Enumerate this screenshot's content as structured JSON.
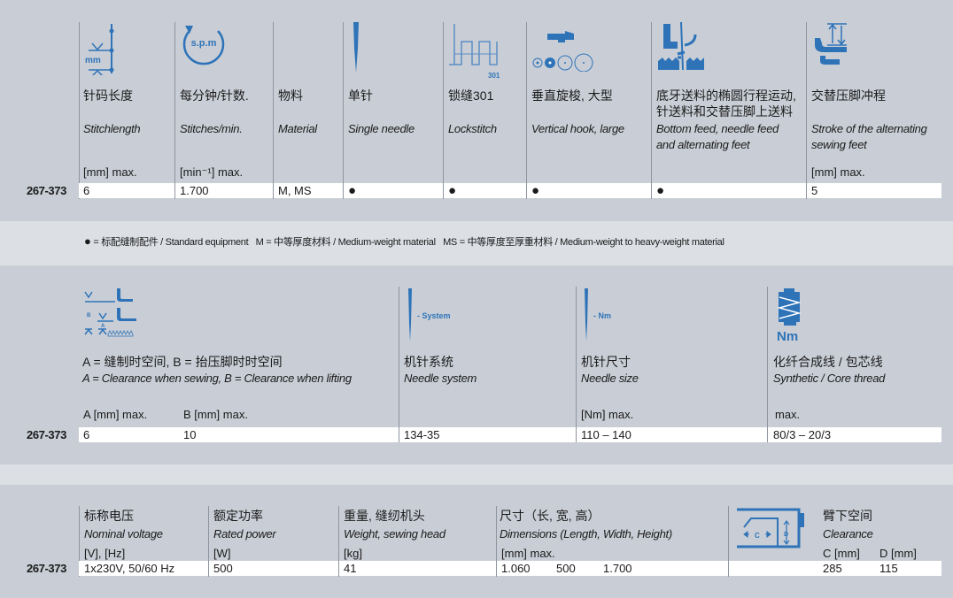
{
  "model": "267-373",
  "section1": {
    "columns": [
      {
        "zh": "针码长度",
        "en": "Stitchlength",
        "unit": "[mm] max.",
        "value": "6",
        "icon": "stitch-length-icon",
        "icon_text": "mm"
      },
      {
        "zh": "每分钟/针数.",
        "en": "Stitches/min.",
        "unit": "[min⁻¹] max.",
        "value": "1.700",
        "icon": "spm-icon",
        "icon_text": "s.p.m"
      },
      {
        "zh": "物料",
        "en": "Material",
        "unit": "",
        "value": "M, MS"
      },
      {
        "zh": "单针",
        "en": "Single needle",
        "unit": "",
        "value": "●",
        "icon": "needle-icon"
      },
      {
        "zh": "锁缝301",
        "en": "Lockstitch",
        "unit": "",
        "value": "●",
        "icon": "lockstitch-icon",
        "icon_text": "301"
      },
      {
        "zh": "垂直旋梭, 大型",
        "en": "Vertical hook, large",
        "unit": "",
        "value": "●",
        "icon": "vertical-hook-icon"
      },
      {
        "zh": "底牙送料的椭圆行程运动,",
        "zh2": "针送料和交替压脚上送料",
        "en": "Bottom feed, needle feed",
        "en2": "and alternating feet",
        "unit": "",
        "value": "●",
        "icon": "feed-icon"
      },
      {
        "zh": "交替压脚冲程",
        "en": "Stroke of the alternating",
        "en2": "sewing feet",
        "unit": "[mm] max.",
        "value": "5",
        "icon": "stroke-icon"
      }
    ]
  },
  "legend": {
    "dot": "●",
    "text1": "= 标配缝制配件 / Standard equipment",
    "text2": "M = 中等厚度材料 / Medium-weight material",
    "text3": "MS = 中等厚度至厚重材料 / Medium-weight to heavy-weight material"
  },
  "section2": {
    "clearance": {
      "zh": "A = 缝制时空间, B = 抬压脚时时空间",
      "en": "A = Clearance when sewing, B = Clearance when lifting",
      "unit_a": "A [mm] max.",
      "unit_b": "B [mm] max.",
      "value_a": "6",
      "value_b": "10",
      "icon_a": "A",
      "icon_b": "B"
    },
    "needle_system": {
      "zh": "机针系统",
      "en": "Needle system",
      "value": "134-35",
      "icon_text": "- System"
    },
    "needle_size": {
      "zh": "机针尺寸",
      "en": "Needle size",
      "unit": "[Nm] max.",
      "value": "110 – 140",
      "icon_text": "- Nm"
    },
    "thread": {
      "zh": "化纤合成线 / 包芯线",
      "en": "Synthetic / Core thread",
      "unit": "max.",
      "value": "80/3 – 20/3",
      "icon_text": "Nm"
    }
  },
  "section3": {
    "voltage": {
      "zh": "标称电压",
      "en": "Nominal voltage",
      "unit": "[V], [Hz]",
      "value": "1x230V, 50/60 Hz"
    },
    "power": {
      "zh": "额定功率",
      "en": "Rated power",
      "unit": "[W]",
      "value": "500"
    },
    "weight": {
      "zh": "重量, 缝纫机头",
      "en": "Weight, sewing head",
      "unit": "[kg]",
      "value": "41"
    },
    "dimensions": {
      "zh": "尺寸（长, 宽, 高）",
      "en": "Dimensions (Length, Width, Height)",
      "unit": "[mm] max.",
      "length": "1.060",
      "width": "500",
      "height": "1.700"
    },
    "clearance": {
      "zh": "臂下空间",
      "en": "Clearance",
      "unit_c": "C [mm]",
      "unit_d": "D [mm]",
      "value_c": "285",
      "value_d": "115",
      "icon_c": "C",
      "icon_d": "D"
    }
  },
  "colors": {
    "accent": "#2e73b8",
    "bg": "#c9ced6",
    "band": "#dcdfe4"
  }
}
